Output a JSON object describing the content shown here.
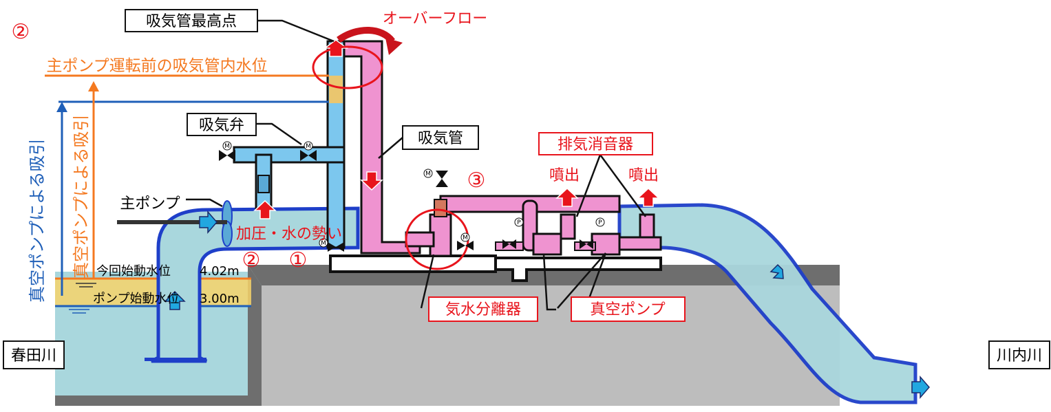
{
  "labels": {
    "highest_point": "吸気管最高点",
    "overflow": "オーバーフロー",
    "marker_2_top": "②",
    "pre_run_level": "主ポンプ運転前の吸気管内水位",
    "intake_valve": "吸気弁",
    "intake_pipe": "吸気管",
    "exhaust_silencer": "排気消音器",
    "spout_left": "噴出",
    "spout_right": "噴出",
    "marker_3": "③",
    "main_pump": "主ポンプ",
    "pressure_force": "加圧・水の勢い",
    "marker_2_mid": "②",
    "marker_1": "①",
    "vacuum_suction_blue": "真空ポンプによる吸引",
    "vacuum_suction_orange": "真空ポンプによる吸引",
    "start_level_now": "今回始動水位",
    "start_level_now_value": "4.02m",
    "pump_start_level": "ポンプ始動水位",
    "pump_start_level_value": "3.00m",
    "separator": "気水分離器",
    "vacuum_pump": "真空ポンプ",
    "river_left": "春田川",
    "river_right": "川内川",
    "valve_mark": "M",
    "gauge_mark": "P"
  },
  "colors": {
    "water": "#a9d7dd",
    "pipe_blue": "#7cc7ee",
    "pipe_pink": "#ef93d0",
    "red": "#e8141c",
    "orange": "#f47920",
    "blue_line": "#1f5fb8",
    "level_band": "#f7d46a",
    "concrete": "#b9b9b9",
    "concrete_top": "#6f6f6f"
  }
}
